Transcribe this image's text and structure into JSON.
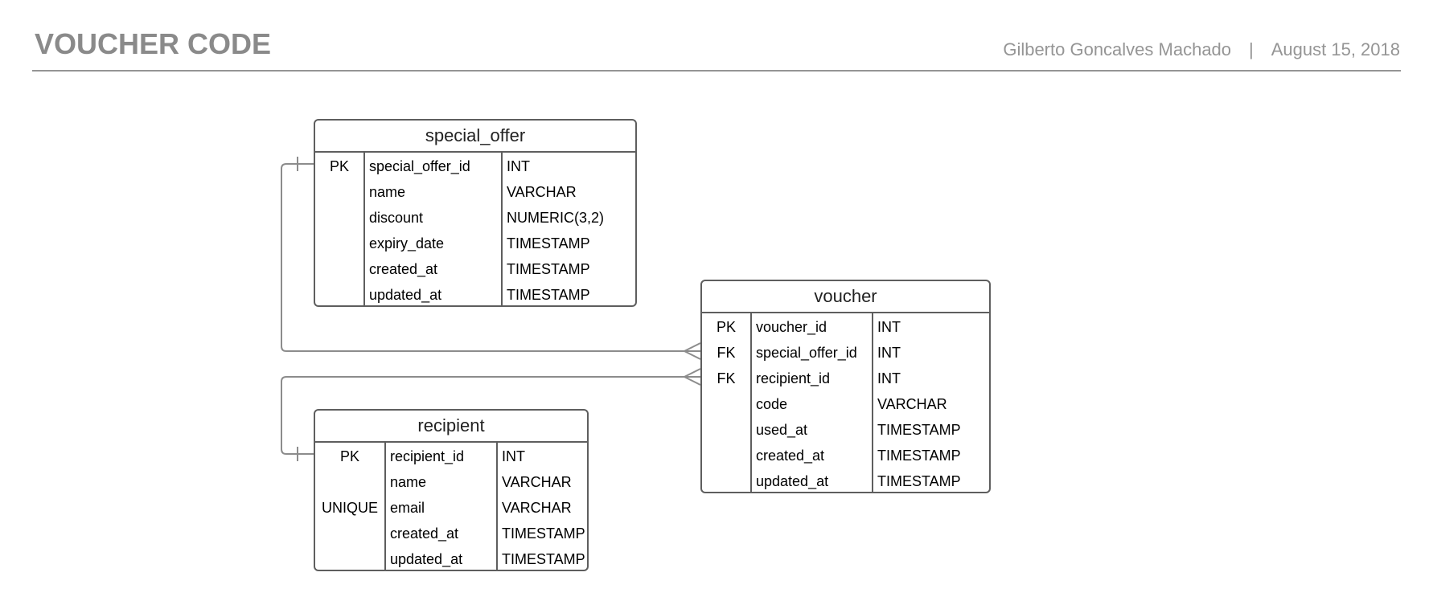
{
  "header": {
    "title": "VOUCHER CODE",
    "author": "Gilberto Goncalves Machado",
    "separator": "|",
    "date": "August 15, 2018"
  },
  "entities": {
    "special_offer": {
      "name": "special_offer",
      "rows": [
        {
          "key": "PK",
          "column": "special_offer_id",
          "type": "INT"
        },
        {
          "key": "",
          "column": "name",
          "type": "VARCHAR"
        },
        {
          "key": "",
          "column": "discount",
          "type": "NUMERIC(3,2)"
        },
        {
          "key": "",
          "column": "expiry_date",
          "type": "TIMESTAMP"
        },
        {
          "key": "",
          "column": "created_at",
          "type": "TIMESTAMP"
        },
        {
          "key": "",
          "column": "updated_at",
          "type": "TIMESTAMP"
        }
      ]
    },
    "voucher": {
      "name": "voucher",
      "rows": [
        {
          "key": "PK",
          "column": "voucher_id",
          "type": "INT"
        },
        {
          "key": "FK",
          "column": "special_offer_id",
          "type": "INT"
        },
        {
          "key": "FK",
          "column": "recipient_id",
          "type": "INT"
        },
        {
          "key": "",
          "column": "code",
          "type": "VARCHAR"
        },
        {
          "key": "",
          "column": "used_at",
          "type": "TIMESTAMP"
        },
        {
          "key": "",
          "column": "created_at",
          "type": "TIMESTAMP"
        },
        {
          "key": "",
          "column": "updated_at",
          "type": "TIMESTAMP"
        }
      ]
    },
    "recipient": {
      "name": "recipient",
      "rows": [
        {
          "key": "PK",
          "column": "recipient_id",
          "type": "INT"
        },
        {
          "key": "",
          "column": "name",
          "type": "VARCHAR"
        },
        {
          "key": "UNIQUE",
          "column": "email",
          "type": "VARCHAR"
        },
        {
          "key": "",
          "column": "created_at",
          "type": "TIMESTAMP"
        },
        {
          "key": "",
          "column": "updated_at",
          "type": "TIMESTAMP"
        }
      ]
    }
  },
  "relationships": [
    {
      "from": "special_offer.special_offer_id",
      "to": "voucher.special_offer_id",
      "from_cardinality": "one",
      "to_cardinality": "many"
    },
    {
      "from": "recipient.recipient_id",
      "to": "voucher.recipient_id",
      "from_cardinality": "one",
      "to_cardinality": "many"
    }
  ],
  "colors": {
    "border": "#5e5e5e",
    "connector": "#8c8c8c",
    "header_text": "#8a8a8a"
  }
}
